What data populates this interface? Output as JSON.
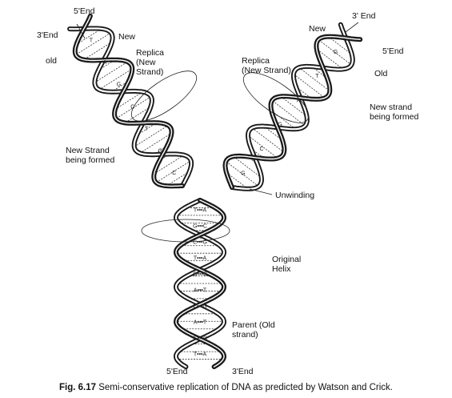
{
  "labels": {
    "left_5end": "5'End",
    "left_3end": "3'End",
    "left_new": "New",
    "left_old": "old",
    "left_replica": "Replica\n(New\nStrand)",
    "left_forming": "New Strand\nbeing formed",
    "right_new": "New",
    "right_3end": "3' End",
    "right_5end": "5'End",
    "right_old": "Old",
    "right_replica": "Replica\n(New Strand)",
    "right_forming": "New strand\nbeing formed",
    "unwinding": "Unwinding",
    "original_helix": "Original\nHelix",
    "parent": "Parent (Old\nstrand)",
    "bottom_5end": "5'End",
    "bottom_3end": "3'End"
  },
  "base_pairs": {
    "parent": [
      "T•••A",
      "G•••C",
      "C•••G",
      "T•••A",
      "G•••C",
      "A•••T",
      "C•••G",
      "A•••T",
      "G•••C",
      "T•••A"
    ],
    "left_arm": [
      "C",
      "G",
      "T",
      "C",
      "G",
      "A",
      "T"
    ],
    "right_arm": [
      "G",
      "C",
      "G",
      "A",
      "T",
      "G"
    ]
  },
  "caption": {
    "figure_number": "Fig. 6.17",
    "text": " Semi-conservative replication of DNA as predicted by Watson and Crick."
  },
  "colors": {
    "strand": "#1a1a1a",
    "rungs": "#333333",
    "background": "#ffffff"
  }
}
